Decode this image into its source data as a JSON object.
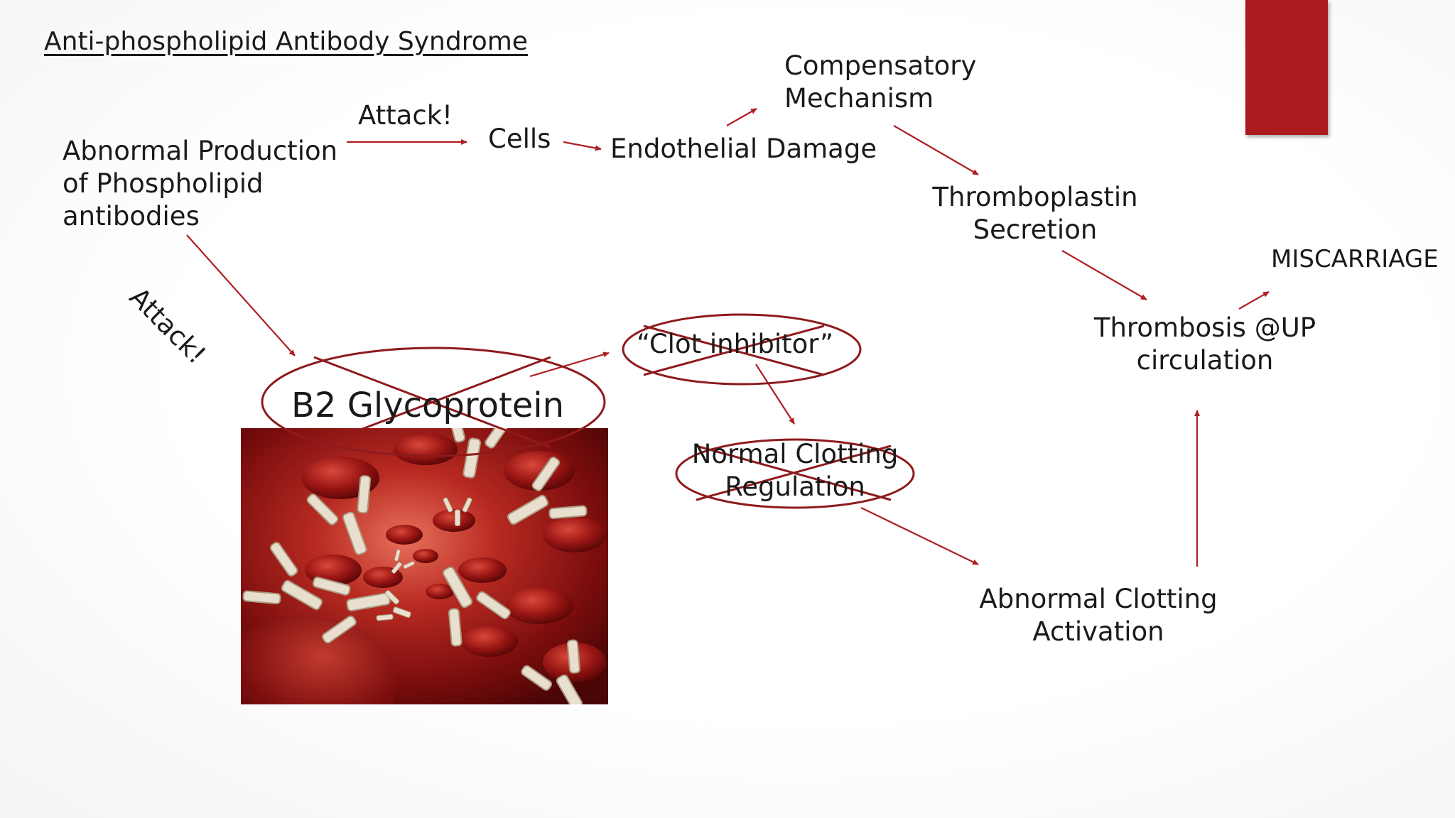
{
  "title": "Anti-phospholipid Antibody Syndrome",
  "nodes": {
    "abnormal_production": [
      "Abnormal Production",
      "of Phospholipid",
      "antibodies"
    ],
    "attack_top": "Attack!",
    "attack_diagonal": "Attack!",
    "cells": "Cells",
    "endothelial_damage": "Endothelial Damage",
    "compensatory": [
      "Compensatory",
      "Mechanism"
    ],
    "thromboplastin": [
      "Thromboplastin",
      "Secretion"
    ],
    "miscarriage": "MISCARRIAGE",
    "thrombosis": [
      "Thrombosis @UP",
      "circulation"
    ],
    "b2_glycoprotein": "B2 Glycoprotein",
    "clot_inhibitor": "“Clot inhibitor”",
    "normal_clotting": [
      "Normal Clotting",
      "Regulation"
    ],
    "abnormal_clotting": [
      "Abnormal Clotting",
      "Activation"
    ]
  },
  "colors": {
    "accent": "#ab1a1d",
    "arrow": "#b01e22",
    "text": "#1a1a1a"
  }
}
